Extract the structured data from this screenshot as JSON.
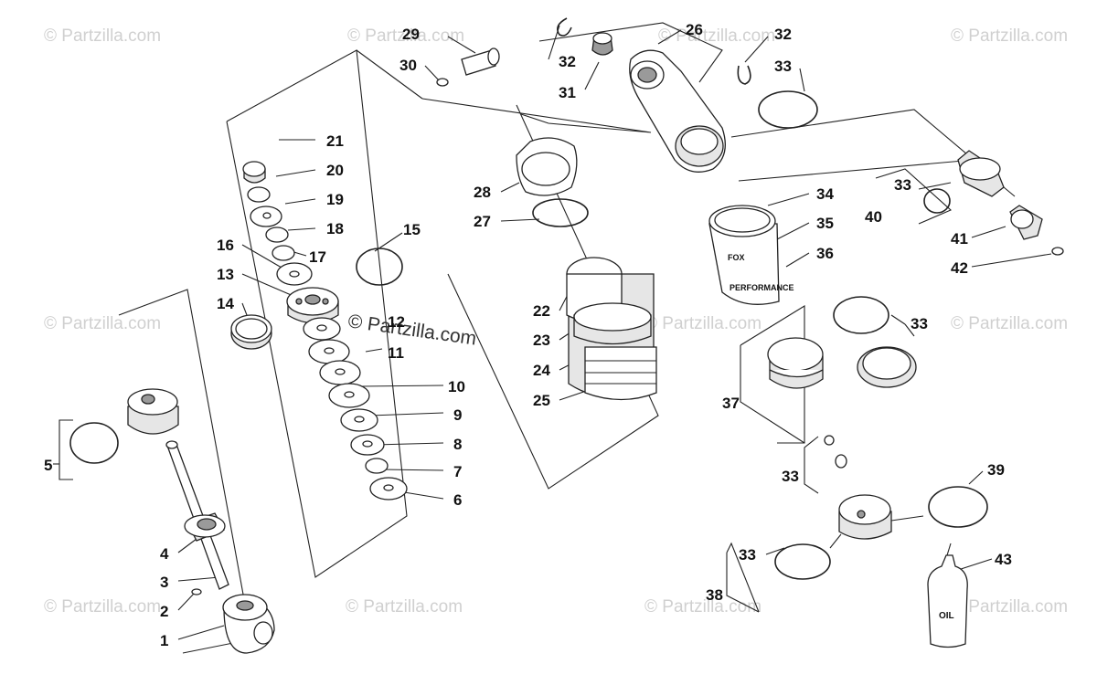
{
  "watermarks": [
    "© Partzilla.com",
    "© Partzilla.com",
    "© Partzilla.com",
    "© Partzilla.com",
    "© Partzilla.com",
    "© Partzilla.com",
    "© Partzilla.com",
    "© Partzilla.com",
    "© Partzilla.com",
    "© Partzilla.com",
    "© Partzilla.com"
  ],
  "center_watermark": "© Partzilla.com",
  "callouts": {
    "c1": "1",
    "c2": "2",
    "c3": "3",
    "c4": "4",
    "c5": "5",
    "c6": "6",
    "c7": "7",
    "c8": "8",
    "c9": "9",
    "c10": "10",
    "c11": "11",
    "c12": "12",
    "c13": "13",
    "c14": "14",
    "c15": "15",
    "c16": "16",
    "c17": "17",
    "c18": "18",
    "c19": "19",
    "c20": "20",
    "c21": "21",
    "c22": "22",
    "c23": "23",
    "c24": "24",
    "c25": "25",
    "c26": "26",
    "c27": "27",
    "c28": "28",
    "c29": "29",
    "c30": "30",
    "c31": "31",
    "c32a": "32",
    "c32b": "32",
    "c33a": "33",
    "c33b": "33",
    "c33c": "33",
    "c33d": "33",
    "c33e": "33",
    "c34": "34",
    "c35": "35",
    "c36": "36",
    "c37": "37",
    "c38": "38",
    "c39": "39",
    "c40": "40",
    "c41": "41",
    "c42": "42",
    "c43": "43"
  },
  "part_text": {
    "oil_label": "OIL",
    "reservoir_brand": "PERFORMANCE",
    "reservoir_logo": "FOX"
  }
}
